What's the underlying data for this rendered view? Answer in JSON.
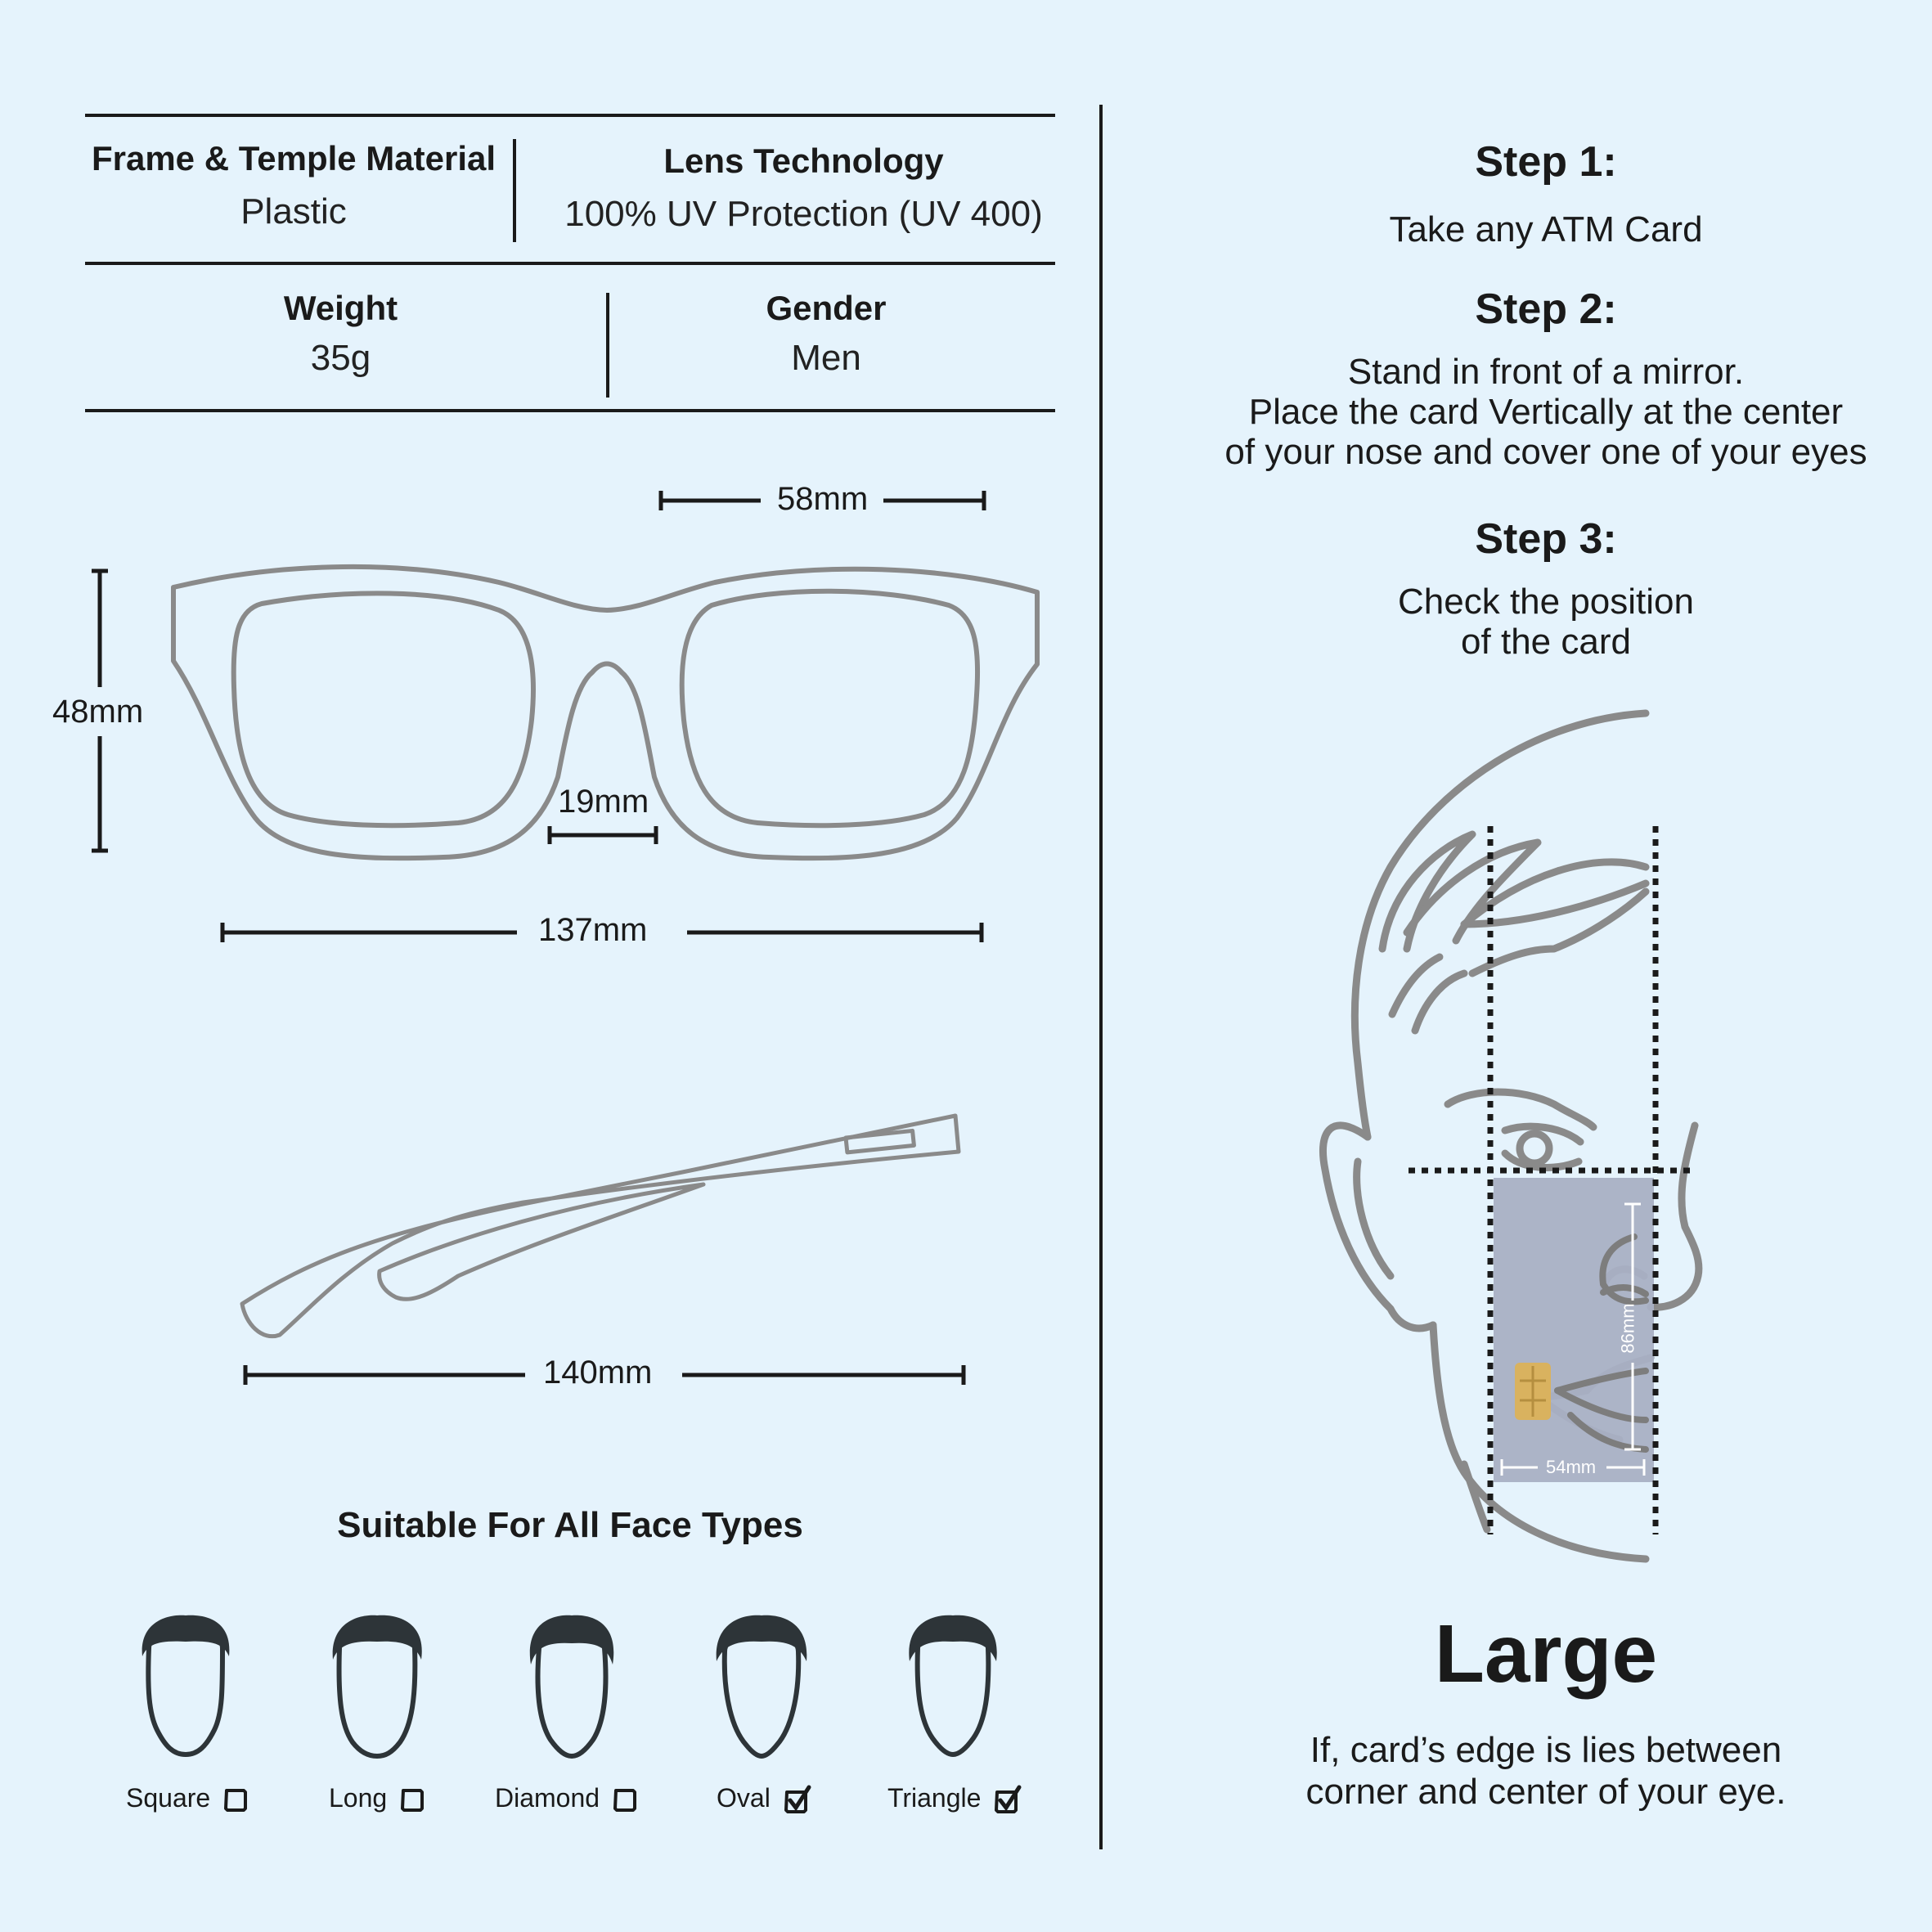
{
  "specs": {
    "frame_material_label": "Frame & Temple Material",
    "frame_material_value": "Plastic",
    "lens_label": "Lens Technology",
    "lens_value": "100% UV Protection (UV 400)",
    "weight_label": "Weight",
    "weight_value": "35g",
    "gender_label": "Gender",
    "gender_value": "Men"
  },
  "dimensions": {
    "lens_width": "58mm",
    "lens_height": "48mm",
    "bridge": "19mm",
    "frame_width": "137mm",
    "temple_length": "140mm"
  },
  "face_types": {
    "title": "Suitable For All Face Types",
    "items": [
      {
        "label": "Square",
        "checked": false
      },
      {
        "label": "Long",
        "checked": false
      },
      {
        "label": "Diamond",
        "checked": false
      },
      {
        "label": "Oval",
        "checked": true
      },
      {
        "label": "Triangle",
        "checked": true
      }
    ]
  },
  "steps": [
    {
      "title": "Step 1:",
      "text": [
        "Take any ATM Card"
      ]
    },
    {
      "title": "Step 2:",
      "text": [
        "Stand in front of a mirror.",
        "Place the card Vertically at the center",
        "of your nose and cover one of your eyes"
      ]
    },
    {
      "title": "Step 3:",
      "text": [
        "Check the position",
        "of the card"
      ]
    }
  ],
  "card": {
    "height_label": "86mm",
    "width_label": "54mm"
  },
  "size": {
    "label": "Large",
    "description": [
      "If, card’s edge is lies between",
      "corner and center of your eye."
    ]
  },
  "colors": {
    "background": "#e5f3fc",
    "outline_gray": "#8a8a8a",
    "card": "#a9b0c4",
    "chip": "#d9b25f",
    "hair": "#2d3438"
  }
}
